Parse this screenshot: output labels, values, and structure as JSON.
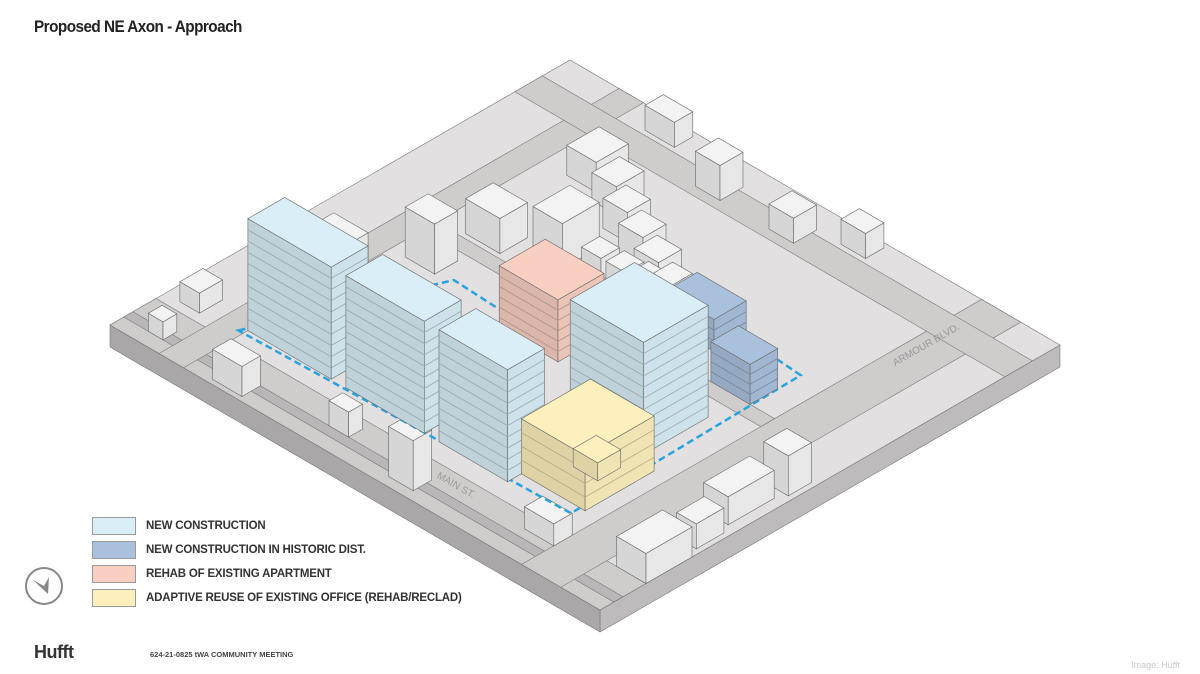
{
  "title": "Proposed NE Axon - Approach",
  "streets": {
    "main": "MAIN ST.",
    "armour": "ARMOUR BLVD."
  },
  "legend": [
    {
      "label": "NEW CONSTRUCTION",
      "color": "#d9eef7"
    },
    {
      "label": "NEW CONSTRUCTION IN HISTORIC DIST.",
      "color": "#a9c1dc"
    },
    {
      "label": "REHAB OF EXISTING APARTMENT",
      "color": "#f9cfc2"
    },
    {
      "label": "ADAPTIVE REUSE OF EXISTING  OFFICE (REHAB/RECLAD)",
      "color": "#fdf0bd"
    }
  ],
  "colors": {
    "site_boundary": "#29a3e0",
    "ground": "#e2e0e0",
    "road": "#cfcccc",
    "context": "#f4f3f3"
  },
  "north_arrow_icon": "north-arrow-icon",
  "footer": {
    "logo": "Hufft",
    "meeting": "624-21-0825 tWA COMMUNITY MEETING"
  },
  "credit": "Image: Hufft"
}
